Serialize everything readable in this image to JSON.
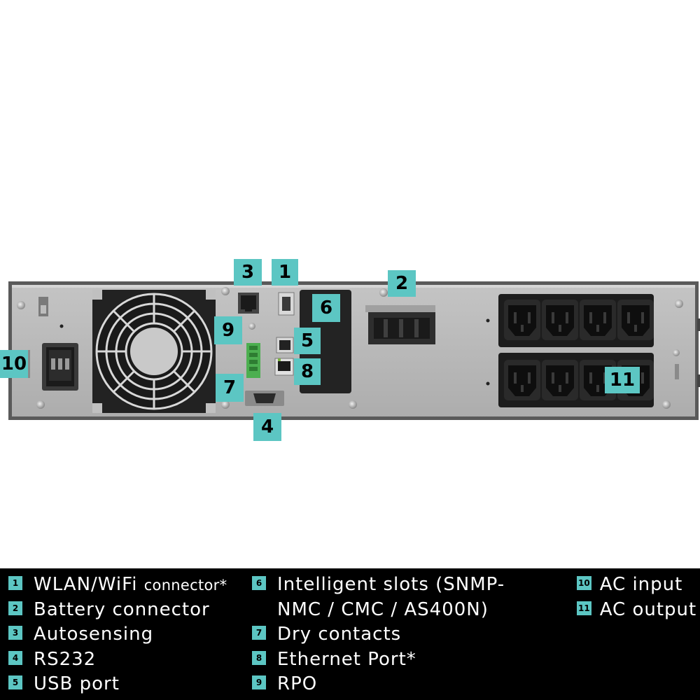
{
  "callouts": {
    "c1": "1",
    "c2": "2",
    "c3": "3",
    "c4": "4",
    "c5": "5",
    "c6": "6",
    "c7": "7",
    "c8": "8",
    "c9": "9",
    "c10": "10",
    "c11": "11"
  },
  "legend": {
    "col1": [
      {
        "num": "1",
        "text_main": "WLAN/WiFi ",
        "text_small": "connector*"
      },
      {
        "num": "2",
        "text": "Battery connector"
      },
      {
        "num": "3",
        "text": "Autosensing"
      },
      {
        "num": "4",
        "text": "RS232"
      },
      {
        "num": "5",
        "text": "USB port"
      }
    ],
    "col2": [
      {
        "num": "6",
        "text": "Intelligent slots (SNMP-"
      },
      {
        "num": "",
        "text": "NMC / CMC / AS400N)"
      },
      {
        "num": "7",
        "text": "Dry contacts"
      },
      {
        "num": "8",
        "text": "Ethernet Port*"
      },
      {
        "num": "9",
        "text": "RPO"
      }
    ],
    "col3": [
      {
        "num": "10",
        "text": "AC input"
      },
      {
        "num": "11",
        "text": "AC output"
      }
    ]
  },
  "colors": {
    "accent": "#5cc6c3",
    "panel": "#b5b5b5",
    "frame": "#5a5a5a",
    "legend_bg": "#000000",
    "socket": "#111111"
  },
  "icons": [
    "fan-icon",
    "iec-inlet-icon",
    "iec-outlet-icon",
    "rj45-port-icon",
    "usb-port-icon",
    "db9-port-icon",
    "terminal-block-icon",
    "screw-icon"
  ]
}
